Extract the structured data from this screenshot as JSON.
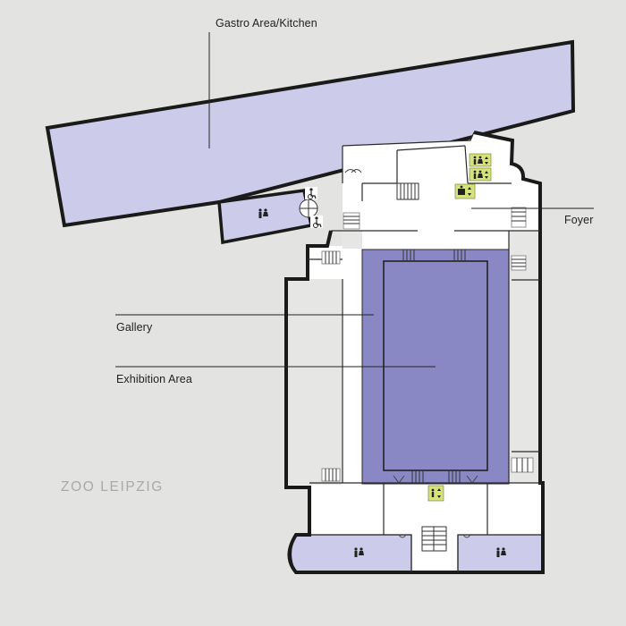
{
  "labels": {
    "gastro": "Gastro Area/Kitchen",
    "foyer": "Foyer",
    "gallery": "Gallery",
    "exhibition": "Exhibition Area"
  },
  "brand": "ZOO LEIPZIG",
  "icons": {
    "restroom": "restroom-icon",
    "elevator": "elevator-icon",
    "accessible_restroom": "wheelchair-icon",
    "stairs": "stairs-icon"
  },
  "colors": {
    "background": "#e3e3e1",
    "gastro_fill": "#ccccea",
    "exhibition_fill": "#8a88c4",
    "room_fill": "#ffffff",
    "wall": "#1a1a1a",
    "icon_highlight": "#d6e27a",
    "brand_text": "#a9a9a7"
  }
}
